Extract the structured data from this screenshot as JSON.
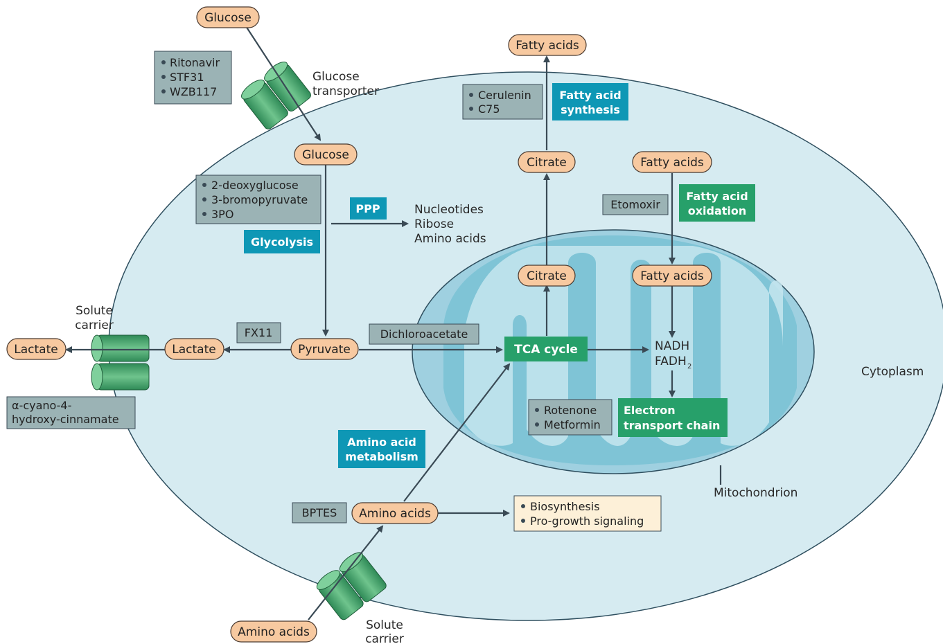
{
  "colors": {
    "cell_fill": "#d6ebf1",
    "cell_stroke": "#2f4f5f",
    "mito_fill": "#acd6e4",
    "mito_inner": "#7fc4d6",
    "metabolite_fill": "#f7c9a0",
    "metabolite_stroke": "#4a3a30",
    "inhibitor_fill": "#9bb3b5",
    "teal_pathway": "#0e97b5",
    "green_pathway": "#27a06a",
    "outcome_fill": "#fdf0d8",
    "arrow": "#3a4a55",
    "transporter": "#3e9a64"
  },
  "metabolites": {
    "glucose_out": "Glucose",
    "glucose_in": "Glucose",
    "pyruvate": "Pyruvate",
    "lactate_in": "Lactate",
    "lactate_out": "Lactate",
    "fatty_acids_top": "Fatty acids",
    "citrate_cyto": "Citrate",
    "citrate_mito": "Citrate",
    "fatty_acids_cyto": "Fatty acids",
    "fatty_acids_mito": "Fatty acids",
    "amino_acids_in": "Amino acids",
    "amino_acids_out": "Amino acids"
  },
  "inhibitors": {
    "glut": [
      "Ritonavir",
      "STF31",
      "WZB117"
    ],
    "glycolysis": [
      "2-deoxyglucose",
      "3-bromopyruvate",
      "3PO"
    ],
    "fx11": "FX11",
    "dca": "Dichloroacetate",
    "fasn": [
      "Cerulenin",
      "C75"
    ],
    "etomoxir": "Etomoxir",
    "etc": [
      "Rotenone",
      "Metformin"
    ],
    "bptes": "BPTES",
    "mct": [
      "α-cyano-4-",
      "hydroxy-cinnamate"
    ]
  },
  "pathways": {
    "glycolysis": "Glycolysis",
    "ppp": "PPP",
    "fa_synthesis": [
      "Fatty acid",
      "synthesis"
    ],
    "fa_oxidation": [
      "Fatty acid",
      "oxidation"
    ],
    "tca": "TCA cycle",
    "etc": [
      "Electron",
      "transport chain"
    ],
    "amino_acid_metabolism": [
      "Amino acid",
      "metabolism"
    ]
  },
  "labels": {
    "glucose_transporter": [
      "Glucose",
      "transporter"
    ],
    "solute_carrier_left": [
      "Solute",
      "carrier"
    ],
    "solute_carrier_bottom": [
      "Solute",
      "carrier"
    ],
    "ppp_products": [
      "Nucleotides",
      "Ribose",
      "Amino acids"
    ],
    "nadh": "NADH",
    "fadh": "FADH",
    "fadh_sub": "2",
    "cytoplasm": "Cytoplasm",
    "mitochondrion": "Mitochondrion"
  },
  "outcomes": [
    "Biosynthesis",
    "Pro-growth signaling"
  ]
}
